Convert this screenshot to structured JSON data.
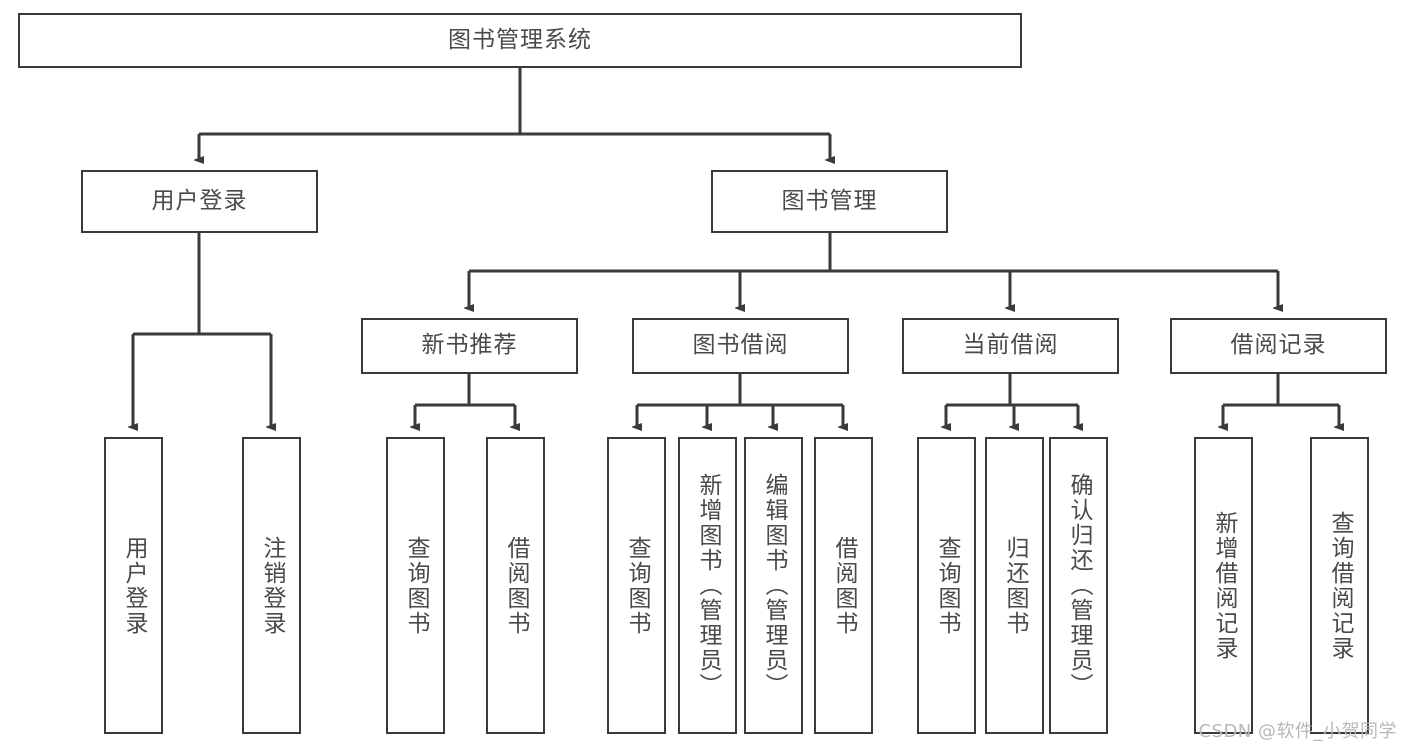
{
  "diagram": {
    "type": "tree-hierarchy-flowchart",
    "title": "图书管理系统",
    "orientation": "top-down",
    "colors": {
      "box_border": "#3a3a3a",
      "box_fill": "#ffffff",
      "text": "#4a4a4a",
      "connector": "#3a3a3a",
      "watermark": "#b8b8b8",
      "background": "#ffffff"
    },
    "root": {
      "id": "root",
      "label": "图书管理系统",
      "orientation": "horizontal"
    },
    "level2": [
      {
        "id": "user-login",
        "label": "用户登录",
        "orientation": "horizontal"
      },
      {
        "id": "book-management",
        "label": "图书管理",
        "orientation": "horizontal"
      }
    ],
    "level3": [
      {
        "id": "new-book-recommend",
        "label": "新书推荐",
        "orientation": "horizontal",
        "parent": "book-management"
      },
      {
        "id": "book-borrow",
        "label": "图书借阅",
        "orientation": "horizontal",
        "parent": "book-management"
      },
      {
        "id": "current-borrow",
        "label": "当前借阅",
        "orientation": "horizontal",
        "parent": "book-management"
      },
      {
        "id": "borrow-record",
        "label": "借阅记录",
        "orientation": "horizontal",
        "parent": "book-management"
      }
    ],
    "leaves": [
      {
        "id": "leaf-user-login",
        "label": "用户登录",
        "parent": "user-login",
        "orientation": "vertical"
      },
      {
        "id": "leaf-logout-login",
        "label": "注销登录",
        "parent": "user-login",
        "orientation": "vertical"
      },
      {
        "id": "leaf-query-book-1",
        "label": "查询图书",
        "parent": "new-book-recommend",
        "orientation": "vertical"
      },
      {
        "id": "leaf-borrow-book-1",
        "label": "借阅图书",
        "parent": "new-book-recommend",
        "orientation": "vertical"
      },
      {
        "id": "leaf-query-book-2",
        "label": "查询图书",
        "parent": "book-borrow",
        "orientation": "vertical"
      },
      {
        "id": "leaf-add-book",
        "label": "新增图书（管理员）",
        "parent": "book-borrow",
        "orientation": "vertical"
      },
      {
        "id": "leaf-edit-book",
        "label": "编辑图书（管理员）",
        "parent": "book-borrow",
        "orientation": "vertical"
      },
      {
        "id": "leaf-borrow-book-2",
        "label": "借阅图书",
        "parent": "book-borrow",
        "orientation": "vertical"
      },
      {
        "id": "leaf-query-book-3",
        "label": "查询图书",
        "parent": "current-borrow",
        "orientation": "vertical"
      },
      {
        "id": "leaf-return-book",
        "label": "归还图书",
        "parent": "current-borrow",
        "orientation": "vertical"
      },
      {
        "id": "leaf-confirm-return",
        "label": "确认归还（管理员）",
        "parent": "current-borrow",
        "orientation": "vertical"
      },
      {
        "id": "leaf-add-borrow-record",
        "label": "新增借阅记录",
        "parent": "borrow-record",
        "orientation": "vertical"
      },
      {
        "id": "leaf-query-borrow-record",
        "label": "查询借阅记录",
        "parent": "borrow-record",
        "orientation": "vertical"
      }
    ]
  },
  "watermark": {
    "text": "CSDN @软件_小贺同学"
  }
}
